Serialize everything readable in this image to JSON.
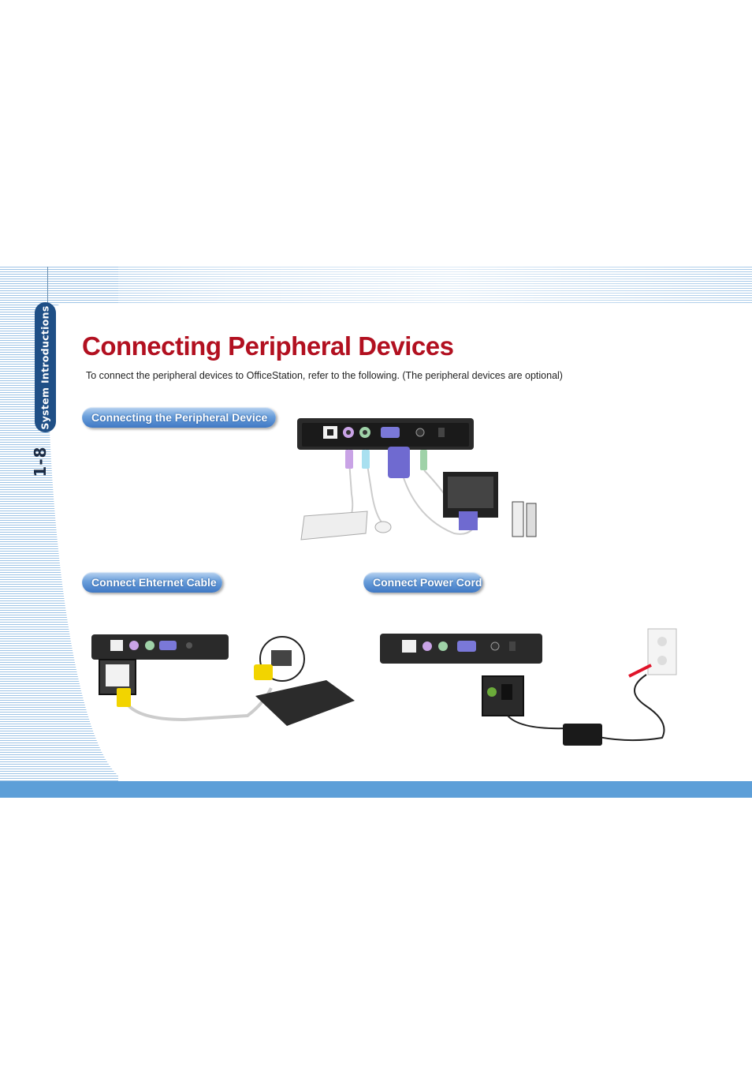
{
  "sidebar": {
    "section_label": "System Introductions",
    "page_number": "1-8"
  },
  "page": {
    "title": "Connecting Peripheral Devices",
    "intro": "To connect the peripheral devices to OfficeStation, refer to the following. (The peripheral devices are optional)"
  },
  "sections": {
    "peripheral": "Connecting the Peripheral Device",
    "ethernet": "Connect Ehternet Cable",
    "power": "Connect Power Cord"
  },
  "colors": {
    "title": "#b21020",
    "tab": "#1f4f86",
    "footer": "#5d9fd8",
    "stripes": "#9ec4e6"
  },
  "illustrations": {
    "peripheral": "device-back-panel-with-keyboard-mouse-monitor-speakers-icon",
    "ethernet": "device-back-panel-with-ethernet-cable-to-hub-icon",
    "power": "device-back-panel-with-power-adapter-to-wall-outlet-icon"
  }
}
